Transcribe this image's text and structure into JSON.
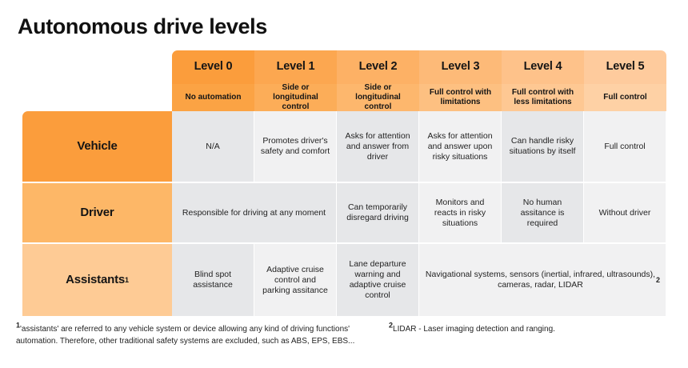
{
  "title": "Autonomous drive levels",
  "table": {
    "levels": [
      {
        "name": "Level 0",
        "subtitle": "No automation"
      },
      {
        "name": "Level 1",
        "subtitle": "Side or longitudinal control"
      },
      {
        "name": "Level 2",
        "subtitle": "Side or longitudinal control"
      },
      {
        "name": "Level 3",
        "subtitle": "Full control with limitations"
      },
      {
        "name": "Level 4",
        "subtitle": "Full control with less limitations"
      },
      {
        "name": "Level 5",
        "subtitle": "Full control"
      }
    ],
    "rows": [
      {
        "label": "Vehicle",
        "label_sup": "",
        "cells": [
          {
            "text": "N/A",
            "span": 1
          },
          {
            "text": "Promotes driver's safety and comfort",
            "span": 1
          },
          {
            "text": "Asks for attention and answer from driver",
            "span": 1
          },
          {
            "text": "Asks for attention and answer upon risky situations",
            "span": 1
          },
          {
            "text": "Can handle risky situations by itself",
            "span": 1
          },
          {
            "text": "Full control",
            "span": 1
          }
        ]
      },
      {
        "label": "Driver",
        "label_sup": "",
        "cells": [
          {
            "text": "Responsible for driving at any moment",
            "span": 2
          },
          {
            "text": "Can temporarily disregard driving",
            "span": 1
          },
          {
            "text": "Monitors and reacts in risky situations",
            "span": 1
          },
          {
            "text": "No human assitance is required",
            "span": 1
          },
          {
            "text": "Without driver",
            "span": 1
          }
        ]
      },
      {
        "label": "Assistants",
        "label_sup": "1",
        "cells": [
          {
            "text": "Blind spot assistance",
            "span": 1
          },
          {
            "text": "Adaptive cruise control and parking assitance",
            "span": 1
          },
          {
            "text": "Lane departure warning and adaptive cruise control",
            "span": 1
          },
          {
            "text": "Navigational systems, sensors (inertial, infrared, ultrasounds), cameras, radar, LIDAR",
            "span": 3,
            "sup": "2"
          }
        ]
      }
    ]
  },
  "footnotes": [
    {
      "marker": "1",
      "text": "'assistants' are referred to any vehicle system or device allowing any kind of driving functions' automation. Therefore, other traditional safety systems are excluded, such as ABS, EPS, EBS..."
    },
    {
      "marker": "2",
      "text": "LIDAR - Laser imaging detection and ranging."
    }
  ],
  "colors": {
    "accent_dark": "#fb9d3c",
    "accent_light": "#fecb9d",
    "cell_shade_a": "#e6e7e9",
    "cell_shade_b": "#f1f1f2",
    "text": "#1a1a1a"
  }
}
